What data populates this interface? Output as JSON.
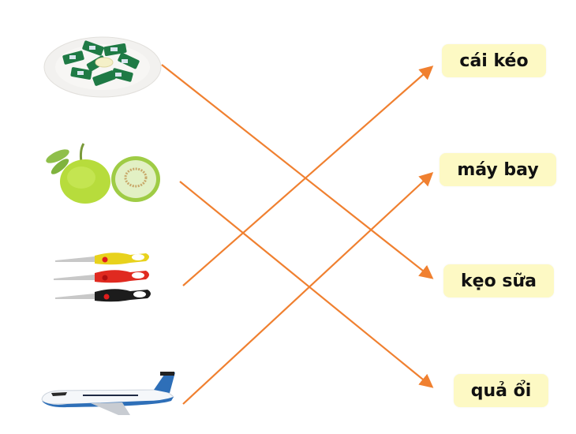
{
  "exercise": {
    "pictures": [
      {
        "id": "candy",
        "name": "candy-plate-image",
        "icon": "candy-plate"
      },
      {
        "id": "guava",
        "name": "guava-image",
        "icon": "guava-fruit"
      },
      {
        "id": "scissors",
        "name": "scissors-image",
        "icon": "scissors"
      },
      {
        "id": "airplane",
        "name": "airplane-image",
        "icon": "airplane"
      }
    ],
    "words": [
      {
        "id": "cai-keo",
        "text": "cái kéo"
      },
      {
        "id": "may-bay",
        "text": "máy bay"
      },
      {
        "id": "keo-sua",
        "text": "kẹo sữa"
      },
      {
        "id": "qua-oi",
        "text": "quả ổi"
      }
    ],
    "matches": [
      {
        "from": "candy",
        "to": "keo-sua"
      },
      {
        "from": "guava",
        "to": "qua-oi"
      },
      {
        "from": "scissors",
        "to": "cai-keo"
      },
      {
        "from": "airplane",
        "to": "may-bay"
      }
    ],
    "line_color": "#f08030",
    "label_bg": "#fdf9c4"
  }
}
